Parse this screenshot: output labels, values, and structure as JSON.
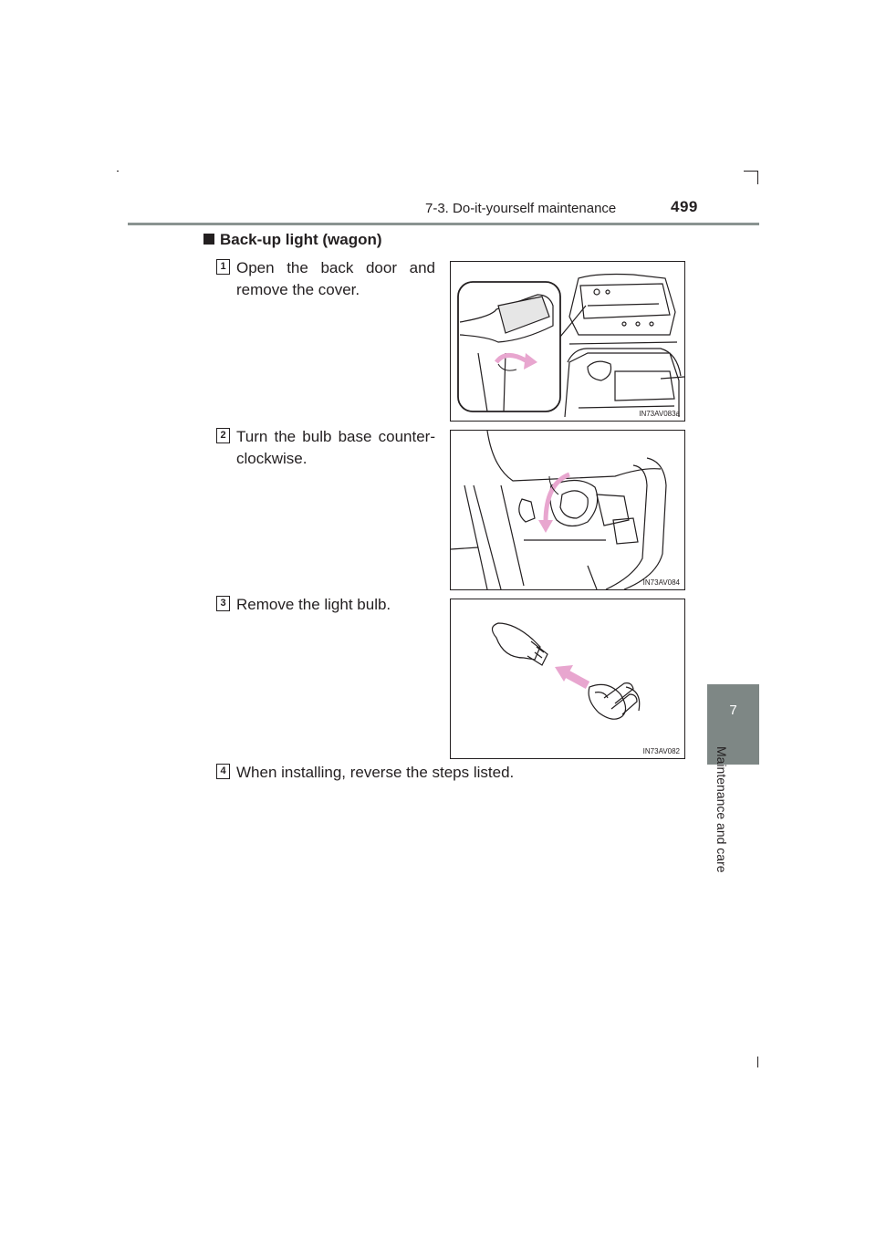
{
  "header": {
    "section": "7-3. Do-it-yourself maintenance",
    "page_number": "499"
  },
  "side_tab": {
    "chapter_number": "7",
    "chapter_title": "Maintenance and care"
  },
  "section_title": "Back-up light (wagon)",
  "steps": [
    {
      "number": "1",
      "text": "Open the back door and remove the cover.",
      "figure_code": "IN73AV083a"
    },
    {
      "number": "2",
      "text": "Turn the bulb base counter-clockwise.",
      "figure_code": "IN73AV084"
    },
    {
      "number": "3",
      "text": "Remove the light bulb.",
      "figure_code": "IN73AV082"
    },
    {
      "number": "4",
      "text": "When installing, reverse the steps listed."
    }
  ],
  "colors": {
    "accent_arrow": "#e8a6cf",
    "tab_gray": "#7e8785"
  }
}
